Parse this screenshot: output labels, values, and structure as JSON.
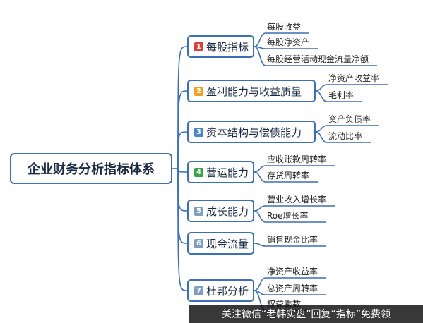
{
  "root": {
    "label": "企业财务分析指标体系"
  },
  "colors": {
    "line": "#3b6fb6",
    "border": "#3b6fb6"
  },
  "branches": [
    {
      "badge": "1",
      "badge_color": "#d9403a",
      "label": "每股指标",
      "leaves": [
        "每股收益",
        "每股净资产",
        "每股经营活动现金流量净额"
      ]
    },
    {
      "badge": "2",
      "badge_color": "#f0a023",
      "label": "盈利能力与收益质量",
      "leaves": [
        "净资产收益率",
        "毛利率"
      ]
    },
    {
      "badge": "3",
      "badge_color": "#4a86c8",
      "label": "资本结构与偿债能力",
      "leaves": [
        "资产负债率",
        "流动比率"
      ]
    },
    {
      "badge": "4",
      "badge_color": "#3aa34a",
      "label": "营运能力",
      "leaves": [
        "应收账款周转率",
        "存货周转率"
      ]
    },
    {
      "badge": "5",
      "badge_color": "#7f9fc0",
      "label": "成长能力",
      "leaves": [
        "营业收入增长率",
        "Roe增长率"
      ]
    },
    {
      "badge": "6",
      "badge_color": "#7f9fc0",
      "label": "现金流量",
      "leaves": [
        "销售现金比率"
      ]
    },
    {
      "badge": "7",
      "badge_color": "#7f9fc0",
      "label": "杜邦分析",
      "leaves": [
        "净资产收益率",
        "总资产周转率",
        "权益乘数"
      ]
    }
  ],
  "banner": {
    "text": "关注微信“老韩实盘”回复“指标”免费领"
  }
}
